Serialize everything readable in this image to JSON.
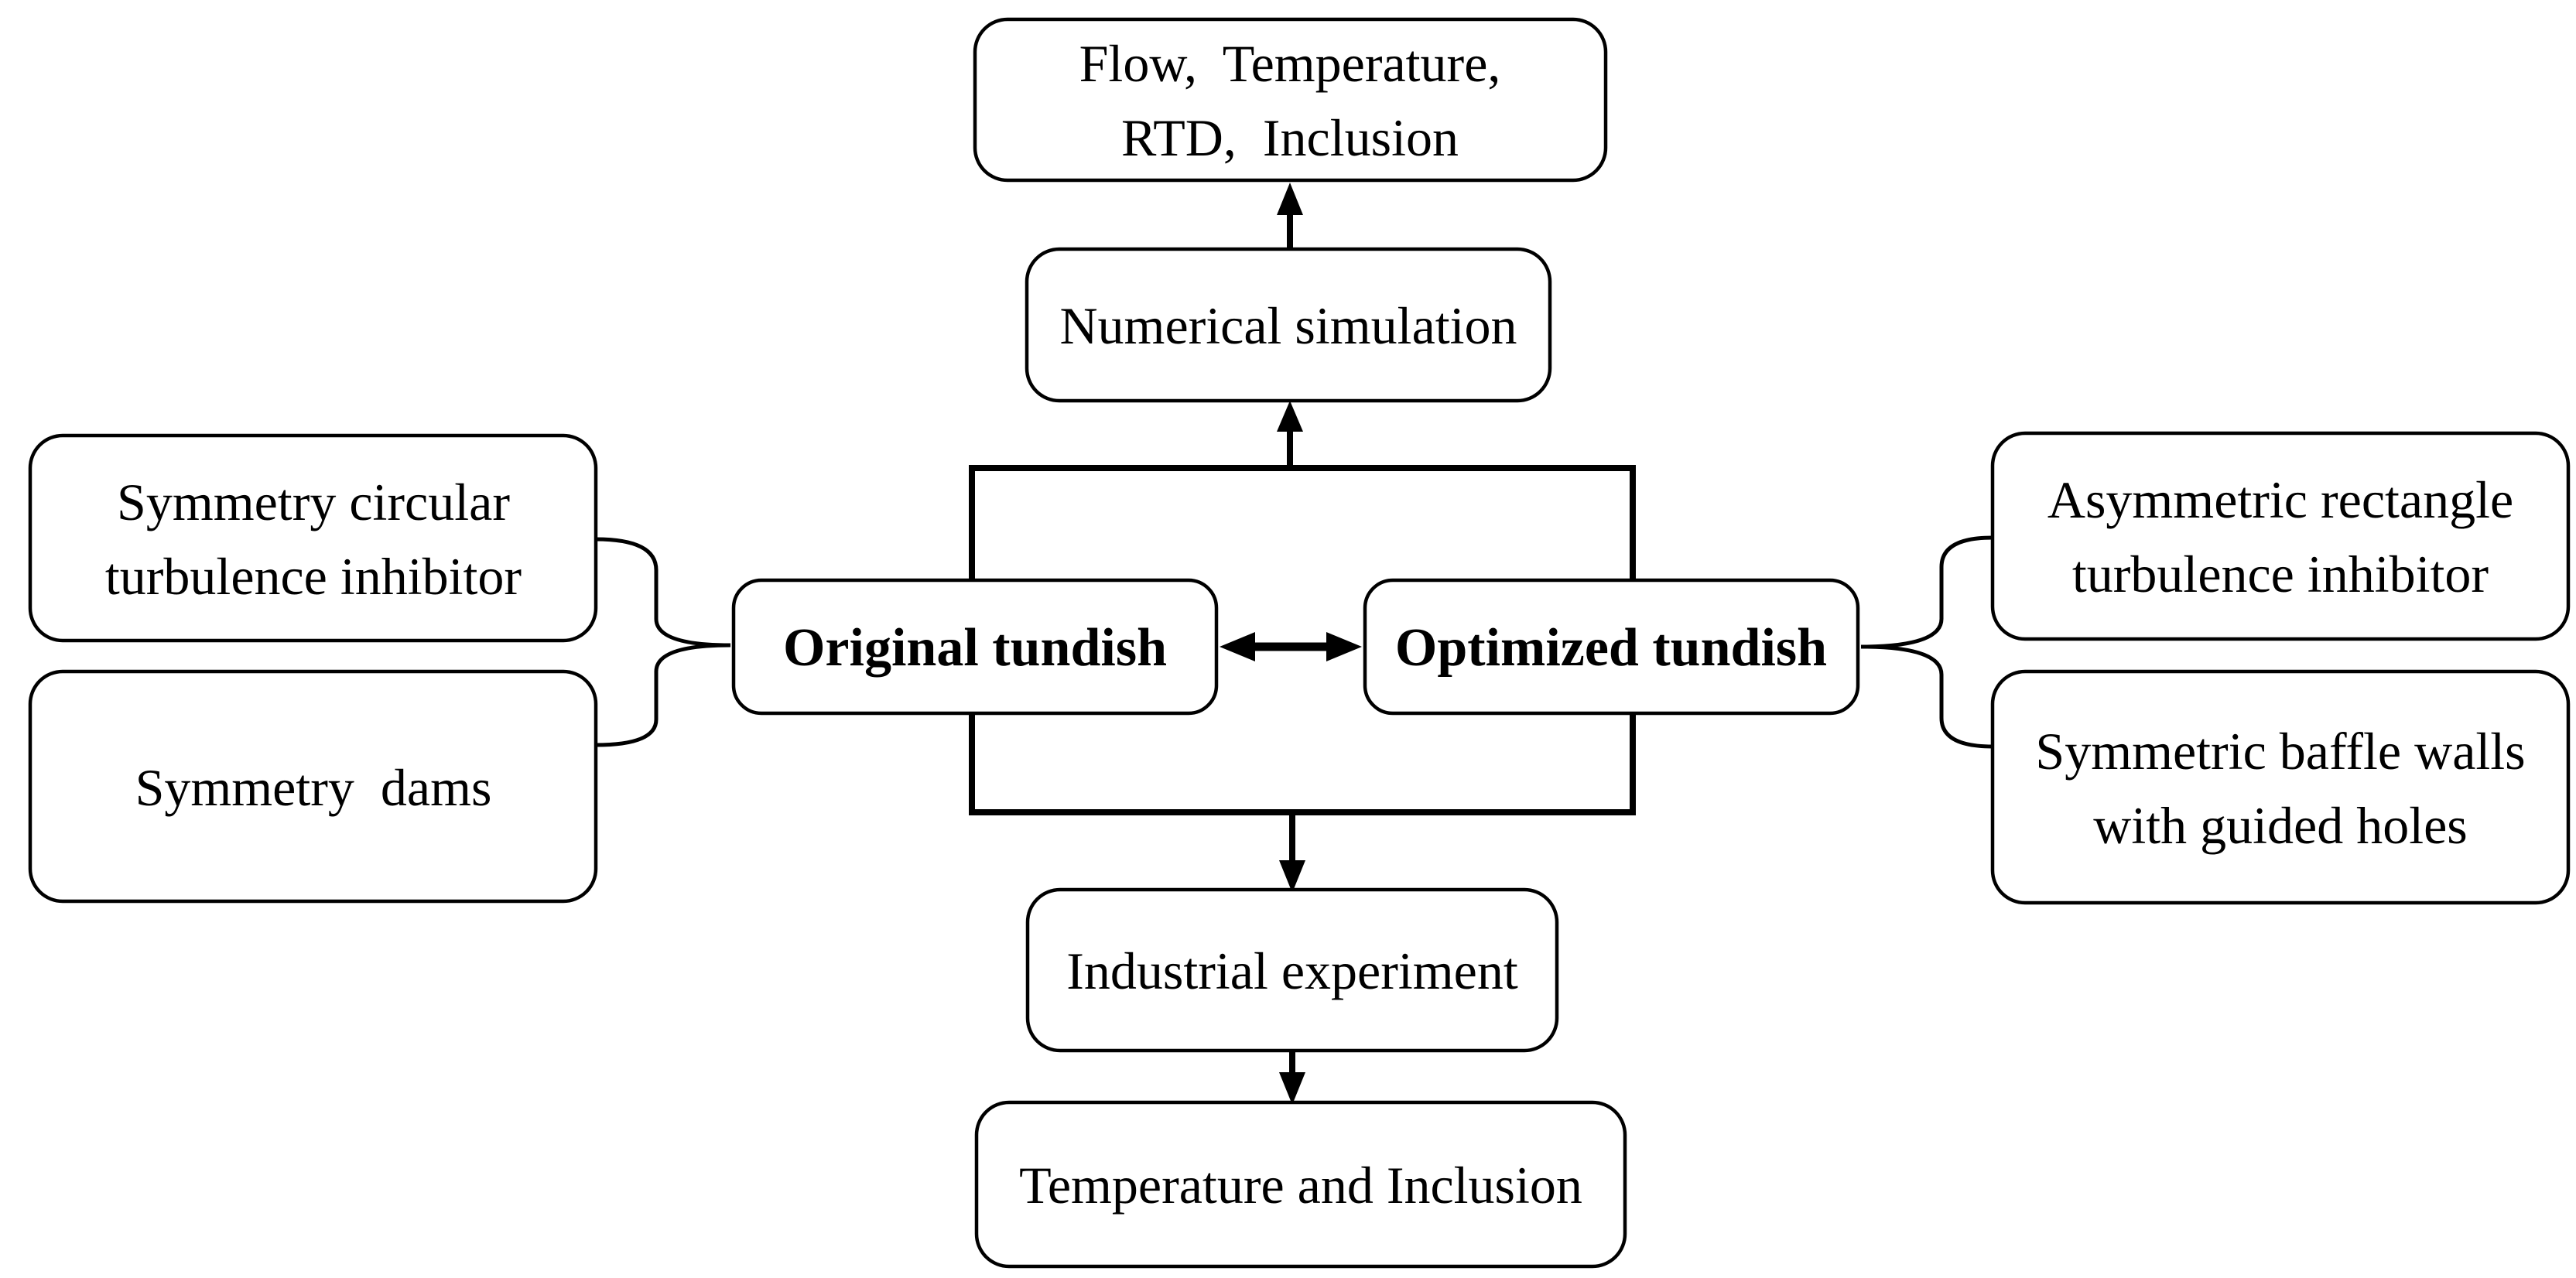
{
  "figure": {
    "kind": "flow-diagram",
    "topic": "Tundish optimization study workflow"
  },
  "colors": {
    "ink": "#000000",
    "paper": "#ffffff"
  },
  "boxes": {
    "outputs_top": {
      "line1": "Flow,  Temperature,",
      "line2": "RTD,  Inclusion"
    },
    "numerical": {
      "label": "Numerical simulation"
    },
    "original": {
      "label": "Original tundish"
    },
    "optimized": {
      "label": "Optimized tundish"
    },
    "left_top": {
      "line1": "Symmetry circular",
      "line2": "turbulence inhibitor"
    },
    "left_bottom": {
      "label": "Symmetry  dams"
    },
    "right_top": {
      "line1": "Asymmetric rectangle",
      "line2": "turbulence inhibitor"
    },
    "right_bottom": {
      "line1": "Symmetric baffle walls",
      "line2": "with guided holes"
    },
    "industrial": {
      "label": "Industrial experiment"
    },
    "outputs_bottom": {
      "label": "Temperature and Inclusion"
    }
  }
}
